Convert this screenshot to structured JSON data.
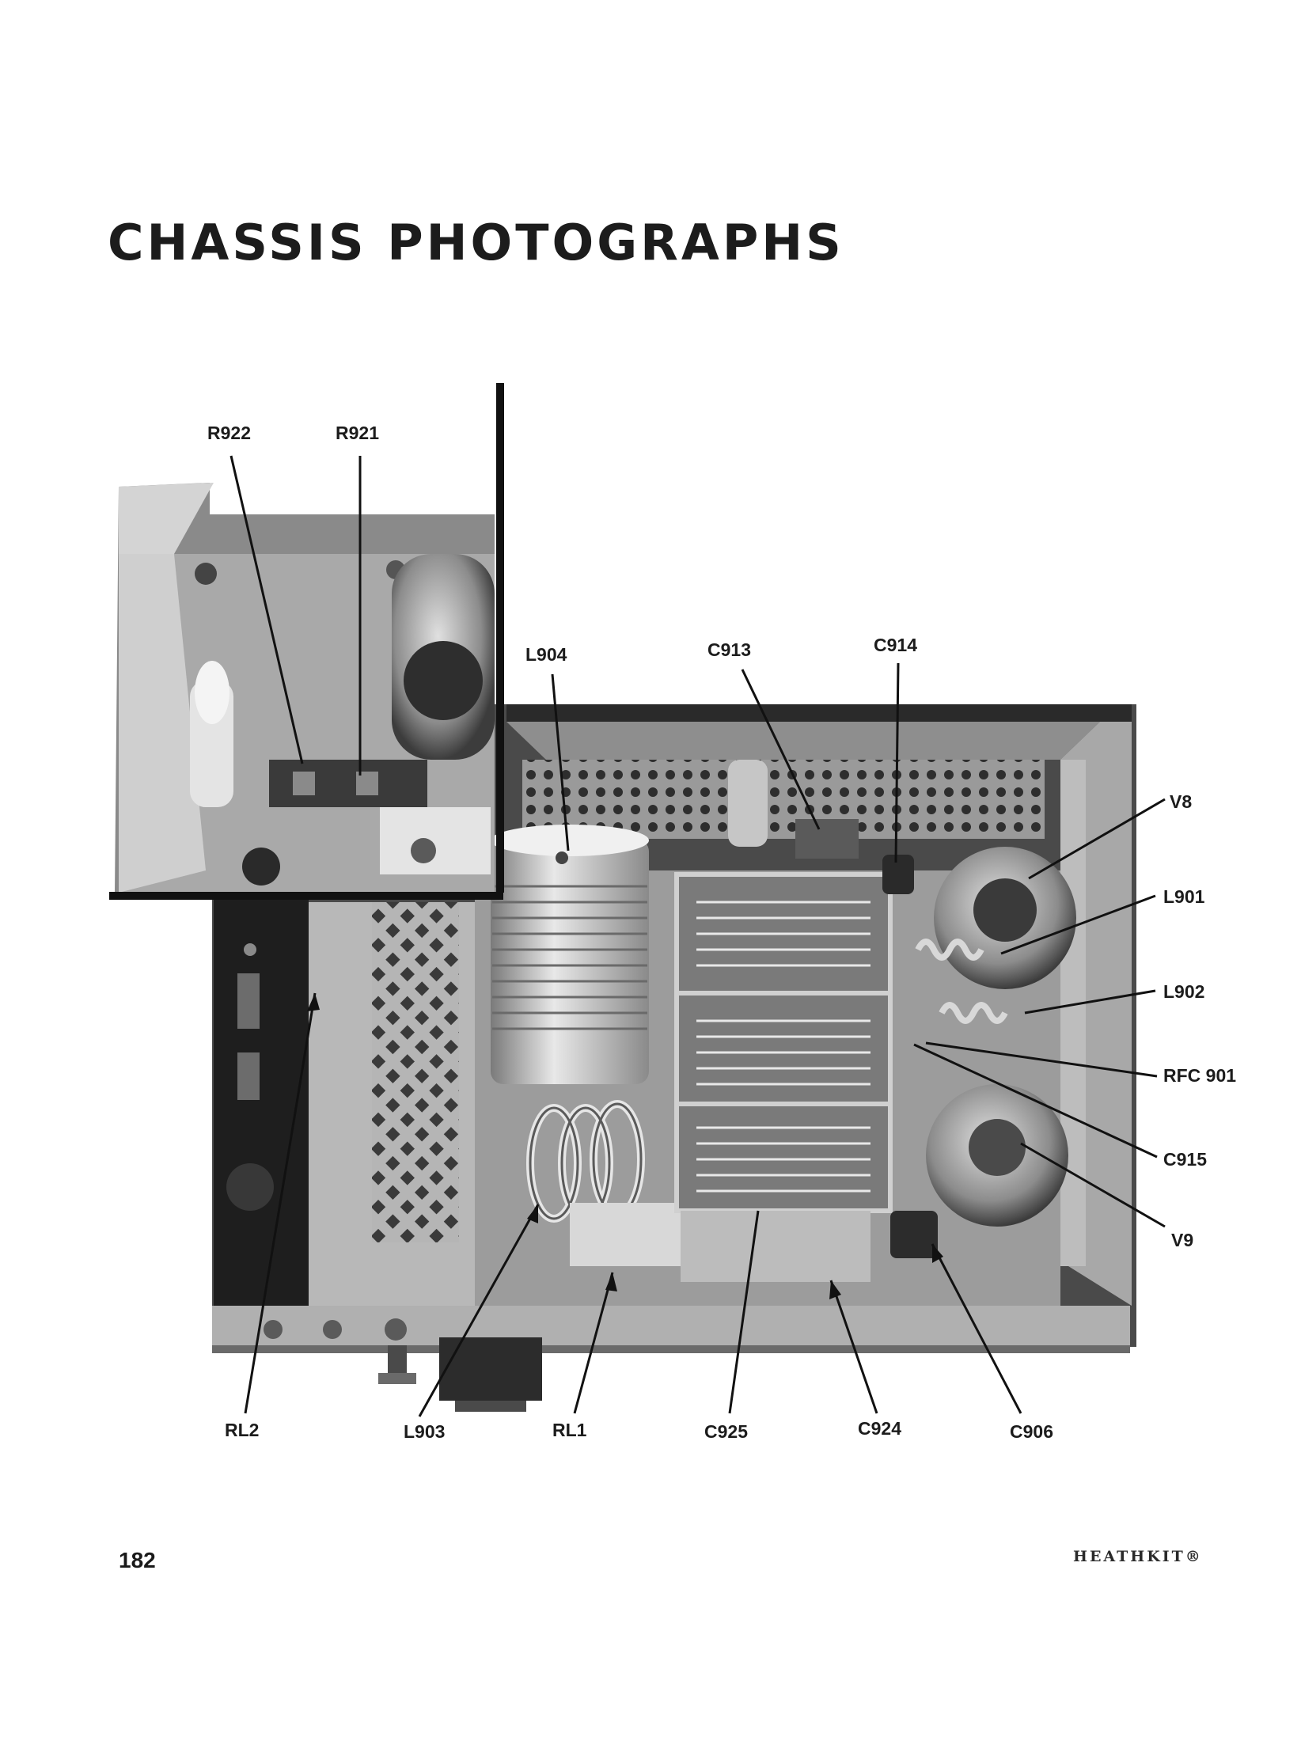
{
  "page": {
    "title": "CHASSIS PHOTOGRAPHS",
    "page_number": "182",
    "brand": "HEATHKIT®"
  },
  "figure": {
    "callouts": [
      {
        "id": "r922",
        "label": "R922"
      },
      {
        "id": "r921",
        "label": "R921"
      },
      {
        "id": "l904",
        "label": "L904"
      },
      {
        "id": "c913",
        "label": "C913"
      },
      {
        "id": "c914",
        "label": "C914"
      },
      {
        "id": "v8",
        "label": "V8"
      },
      {
        "id": "l901",
        "label": "L901"
      },
      {
        "id": "l902",
        "label": "L902"
      },
      {
        "id": "rfc901",
        "label": "RFC 901"
      },
      {
        "id": "c915",
        "label": "C915"
      },
      {
        "id": "v9",
        "label": "V9"
      },
      {
        "id": "rl2",
        "label": "RL2"
      },
      {
        "id": "l903",
        "label": "L903"
      },
      {
        "id": "rl1",
        "label": "RL1"
      },
      {
        "id": "c925",
        "label": "C925"
      },
      {
        "id": "c924",
        "label": "C924"
      },
      {
        "id": "c906",
        "label": "C906"
      }
    ]
  }
}
